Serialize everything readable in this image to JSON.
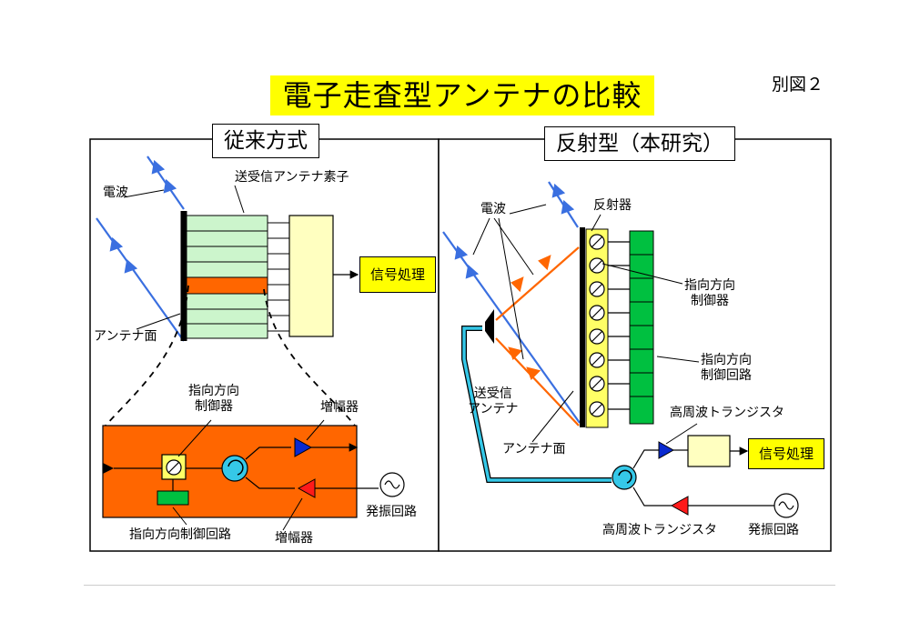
{
  "title": "電子走査型アンテナの比較",
  "figure_no": "別図２",
  "left": {
    "tag": "従来方式",
    "wave": "電波",
    "elements": "送受信アンテナ素子",
    "signal": "信号処理",
    "antenna_face": "アンテナ面",
    "dir_ctrl": "指向方向\n制御器",
    "amp_top": "増幅器",
    "oscillator": "発振回路",
    "dir_ctrl_circuit": "指向方向制御回路",
    "amp_bottom": "増幅器"
  },
  "right": {
    "tag": "反射型（本研究）",
    "wave": "電波",
    "reflector": "反射器",
    "dir_ctrl": "指向方向\n制御器",
    "dir_ctrl_circuit": "指向方向\n制御回路",
    "tx_antenna": "送受信\nアンテナ",
    "hf_top": "高周波トランジスタ",
    "antenna_face": "アンテナ面",
    "signal": "信号処理",
    "hf_bottom": "高周波トランジスタ",
    "oscillator": "発振回路"
  },
  "colors": {
    "title_bg": "#ffff00",
    "wave": "#3a6fe0",
    "orange": "#ff6600",
    "light_green": "#ccf5cc",
    "green": "#00c040",
    "light_yellow": "#ffffc0",
    "cyan": "#35c8e8",
    "red": "#ff1a1a",
    "blue": "#0a2ad0"
  },
  "icons": [
    "circulator-icon",
    "phase-shifter-icon",
    "oscillator-icon",
    "amplifier-icon",
    "horn-antenna-icon"
  ]
}
